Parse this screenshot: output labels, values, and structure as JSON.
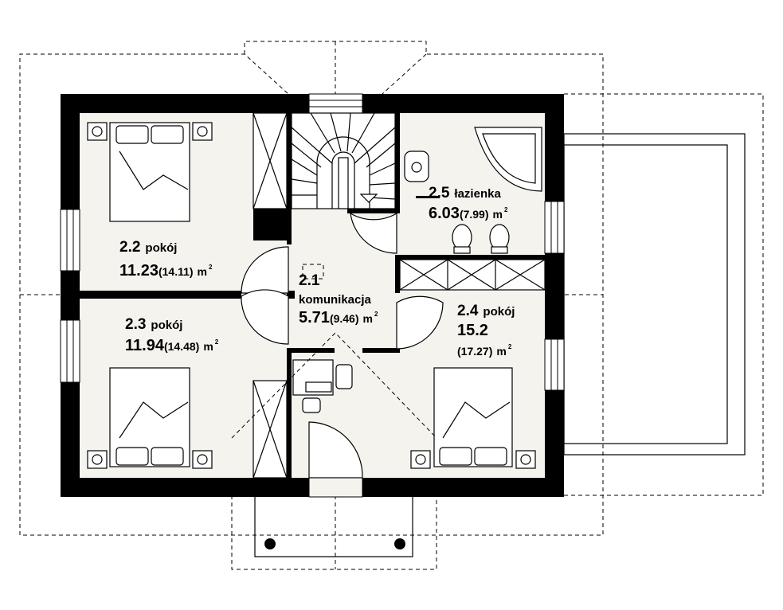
{
  "rooms": [
    {
      "id": "2.2",
      "number": "2.2",
      "name": "pokój",
      "area": "11.23",
      "gross": "(14.11)",
      "unit": "m",
      "sup": "2"
    },
    {
      "id": "2.3",
      "number": "2.3",
      "name": "pokój",
      "area": "11.94",
      "gross": "(14.48)",
      "unit": "m",
      "sup": "2"
    },
    {
      "id": "2.1",
      "number": "2.1",
      "name": "komunikacja",
      "area": "5.71",
      "gross": "(9.46)",
      "unit": "m",
      "sup": "2"
    },
    {
      "id": "2.5",
      "number": "2.5",
      "name": "łazienka",
      "area": "6.03",
      "gross": "(7.99)",
      "unit": "m",
      "sup": "2"
    },
    {
      "id": "2.4",
      "number": "2.4",
      "name": "pokój",
      "area": "15.2",
      "gross": "(17.27)",
      "unit": "m",
      "sup": "2"
    }
  ],
  "colors": {
    "wall": "#000000",
    "floor": "#f5f3ee",
    "line": "#000000"
  }
}
